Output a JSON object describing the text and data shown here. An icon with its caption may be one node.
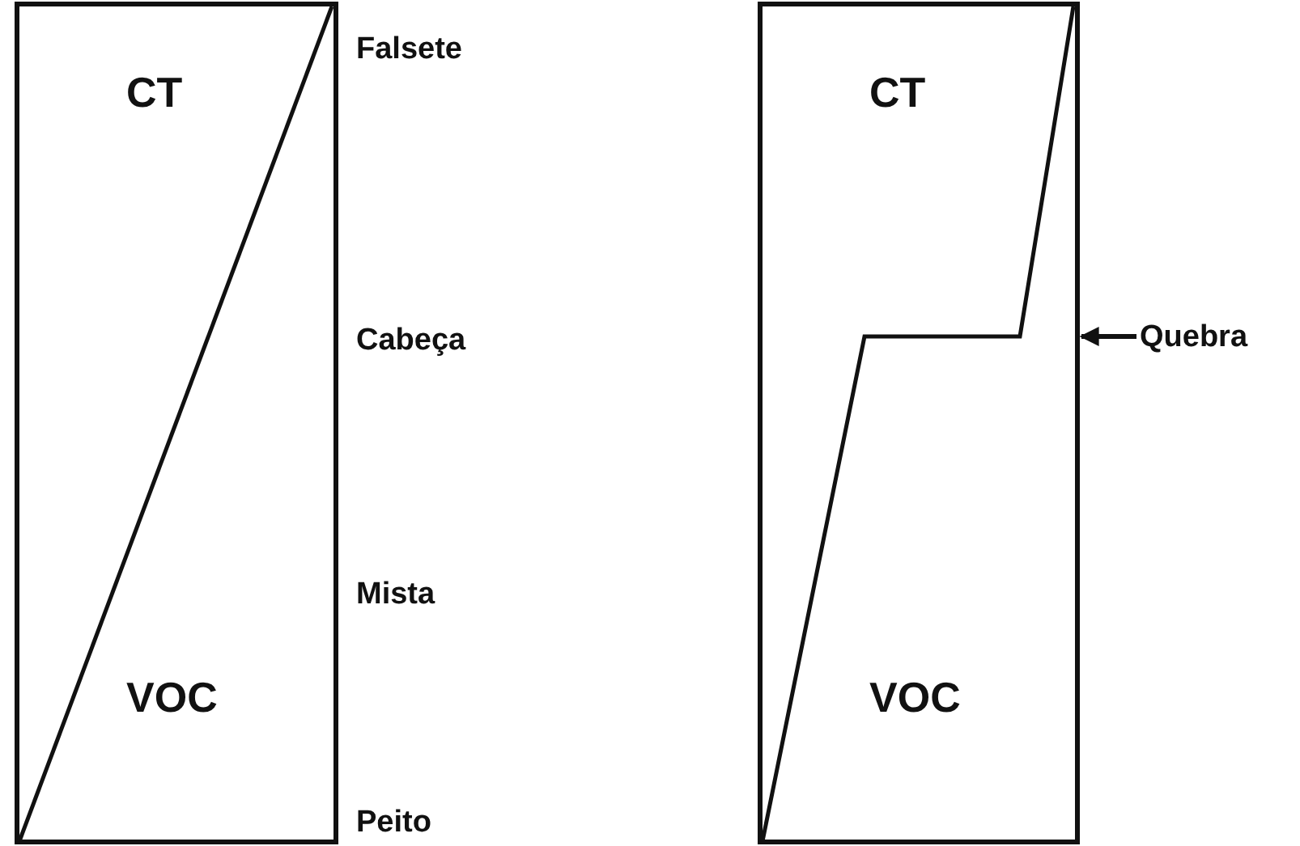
{
  "diagram": {
    "nodes": [
      {
        "text": [
          "CT",
          "VOC"
        ]
      },
      {
        "text": [
          "CT",
          "VOC"
        ]
      },
      {
        "text": [
          "Quebra"
        ]
      }
    ],
    "edges": [
      {
        "from": 2,
        "to": 1,
        "arrow": "to"
      }
    ],
    "labels": [
      "Falsete",
      "Cabeça",
      "Mista",
      "Peito"
    ]
  }
}
